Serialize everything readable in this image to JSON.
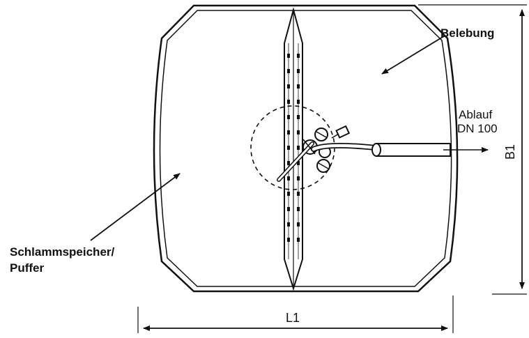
{
  "labels": {
    "belebung": "Belebung",
    "ablauf_line1": "Ablauf",
    "ablauf_line2": "DN 100",
    "schlamm_line1": "Schlammspeicher/",
    "schlamm_line2": "Puffer",
    "dim_length": "L1",
    "dim_width": "B1"
  },
  "colors": {
    "line": "#111111",
    "background": "#ffffff"
  }
}
